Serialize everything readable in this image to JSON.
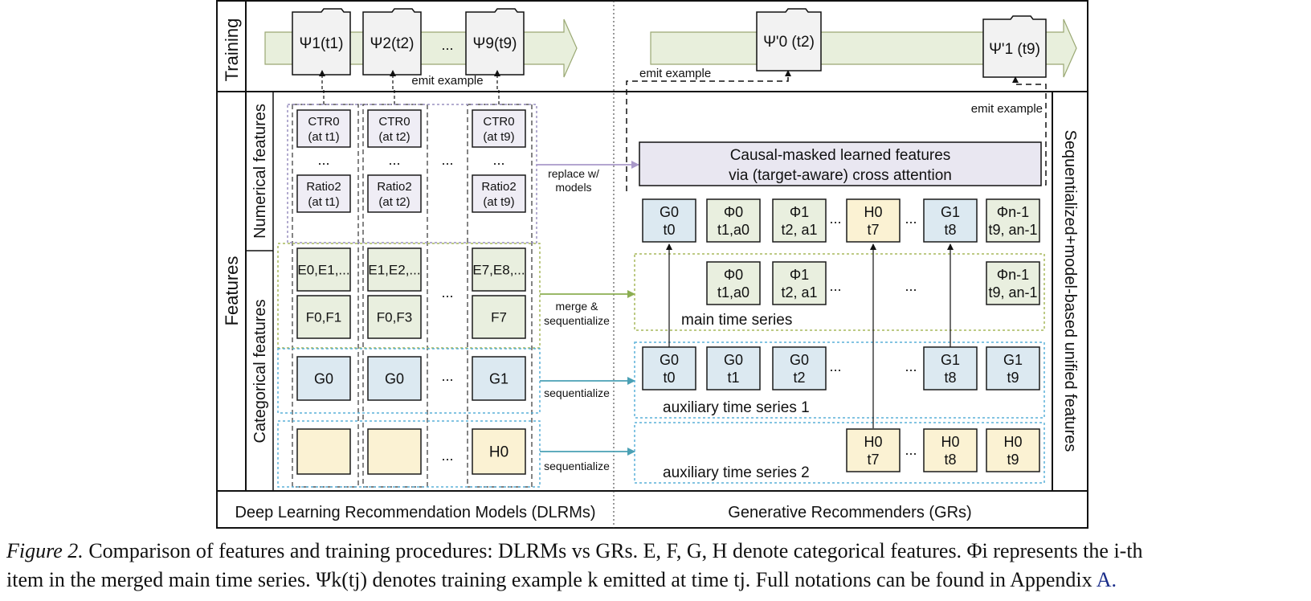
{
  "labels": {
    "training": "Training",
    "features": "Features",
    "numerical": "Numerical features",
    "categorical": "Categorical features",
    "sequentialized": "Sequentialized+model-based unified features",
    "dlrm_footer": "Deep Learning Recommendation Models (DLRMs)",
    "gr_footer": "Generative Recommenders (GRs)",
    "emit_example_left": "emit example",
    "emit_example_right_top": "emit example",
    "emit_example_right_side": "emit example",
    "replace_line1": "replace w/",
    "replace_line2": "models",
    "merge_line1": "merge &",
    "merge_line2": "sequentialize",
    "seq1": "sequentialize",
    "seq2": "sequentialize",
    "causal_line1": "Causal-masked learned features",
    "causal_line2": "via (target-aware) cross attention",
    "main_ts": "main time series",
    "aux_ts1": "auxiliary time series 1",
    "aux_ts2": "auxiliary time series 2"
  },
  "training_examples": {
    "psi1": "Ψ1(t1)",
    "psi2": "Ψ2(t2)",
    "psi9": "Ψ9(t9)",
    "psi0p": "Ψ'0 (t2)",
    "psi1p": "Ψ'1 (t9)",
    "ellipsis": "..."
  },
  "dlrm_columns": [
    {
      "ctr": "CTR0",
      "ctr_time": "(at t1)",
      "ratio": "Ratio2",
      "ratio_time": "(at t1)",
      "e": "E0,E1,...",
      "f": "F0,F1",
      "g": "G0",
      "h": ""
    },
    {
      "ctr": "CTR0",
      "ctr_time": "(at t2)",
      "ratio": "Ratio2",
      "ratio_time": "(at t2)",
      "e": "E1,E2,...",
      "f": "F0,F3",
      "g": "G0",
      "h": ""
    },
    {
      "ctr": "CTR0",
      "ctr_time": "(at t9)",
      "ratio": "Ratio2",
      "ratio_time": "(at t9)",
      "e": "E7,E8,...",
      "f": "F7",
      "g": "G1",
      "h": "H0"
    }
  ],
  "gr_top_row": [
    {
      "a": "G0",
      "b": "t0"
    },
    {
      "a": "Φ0",
      "b": "t1,a0"
    },
    {
      "a": "Φ1",
      "b": "t2, a1"
    },
    {
      "a": "H0",
      "b": "t7"
    },
    {
      "a": "G1",
      "b": "t8"
    },
    {
      "a": "Φn-1",
      "b": "t9, an-1"
    }
  ],
  "gr_main_row": [
    {
      "a": "Φ0",
      "b": "t1,a0"
    },
    {
      "a": "Φ1",
      "b": "t2, a1"
    },
    {
      "a": "Φn-1",
      "b": "t9, an-1"
    }
  ],
  "gr_aux1_row": [
    {
      "a": "G0",
      "b": "t0"
    },
    {
      "a": "G0",
      "b": "t1"
    },
    {
      "a": "G0",
      "b": "t2"
    },
    {
      "a": "G1",
      "b": "t8"
    },
    {
      "a": "G1",
      "b": "t9"
    }
  ],
  "gr_aux2_row": [
    {
      "a": "H0",
      "b": "t7"
    },
    {
      "a": "H0",
      "b": "t8"
    },
    {
      "a": "H0",
      "b": "t9"
    }
  ],
  "caption": {
    "label": "Figure 2.",
    "line1": "Comparison of features and training procedures: DLRMs vs GRs. E, F, G, H denote categorical features. Φi represents the i-th",
    "line2": "item in the merged main time series. Ψk(tj) denotes training example k emitted at time tj. Full notations can be found in Appendix",
    "appendix": "A."
  },
  "colors": {
    "arrow_fill": "#e8efdc",
    "numerical_fill": "#efedf5",
    "categorical_fill": "#e9efdf",
    "g_fill": "#dce9f1",
    "h_fill": "#fbf2d3",
    "causal_fill": "#e9e7f1",
    "box_stroke": "#1a1a1a",
    "purple_dash": "#9a90c0",
    "green_dash": "#a7b85c",
    "blue_dash": "#5ab0d8",
    "green_arrow": "#8cae52",
    "teal_arrow": "#4aa0b4",
    "purple_arrow": "#a999c9"
  }
}
